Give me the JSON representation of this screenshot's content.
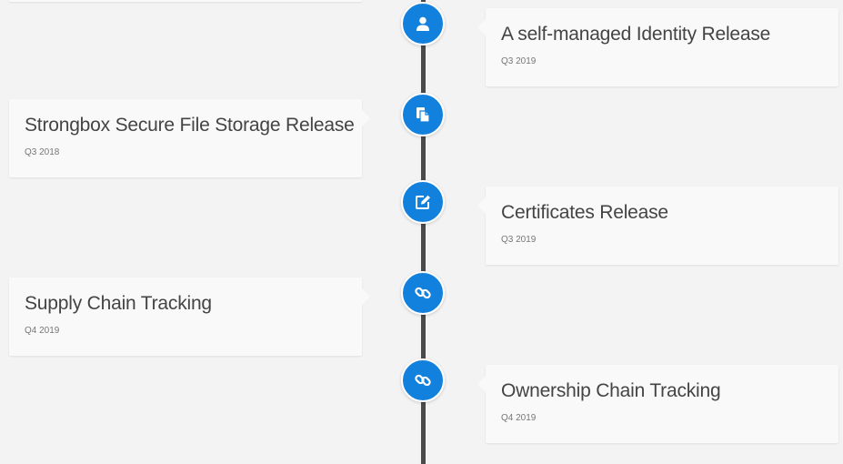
{
  "accent_color": "#1281de",
  "timeline": {
    "items": [
      {
        "title": "A self-managed Identity Release",
        "date": "Q3 2019",
        "side": "right",
        "icon": "user-icon"
      },
      {
        "title": "Strongbox Secure File Storage Release",
        "date": "Q3 2018",
        "side": "left",
        "icon": "file-copy-icon"
      },
      {
        "title": "Certificates Release",
        "date": "Q3 2019",
        "side": "right",
        "icon": "edit-icon"
      },
      {
        "title": "Supply Chain Tracking",
        "date": "Q4 2019",
        "side": "left",
        "icon": "link-icon"
      },
      {
        "title": "Ownership Chain Tracking",
        "date": "Q4 2019",
        "side": "right",
        "icon": "link-icon"
      }
    ]
  }
}
